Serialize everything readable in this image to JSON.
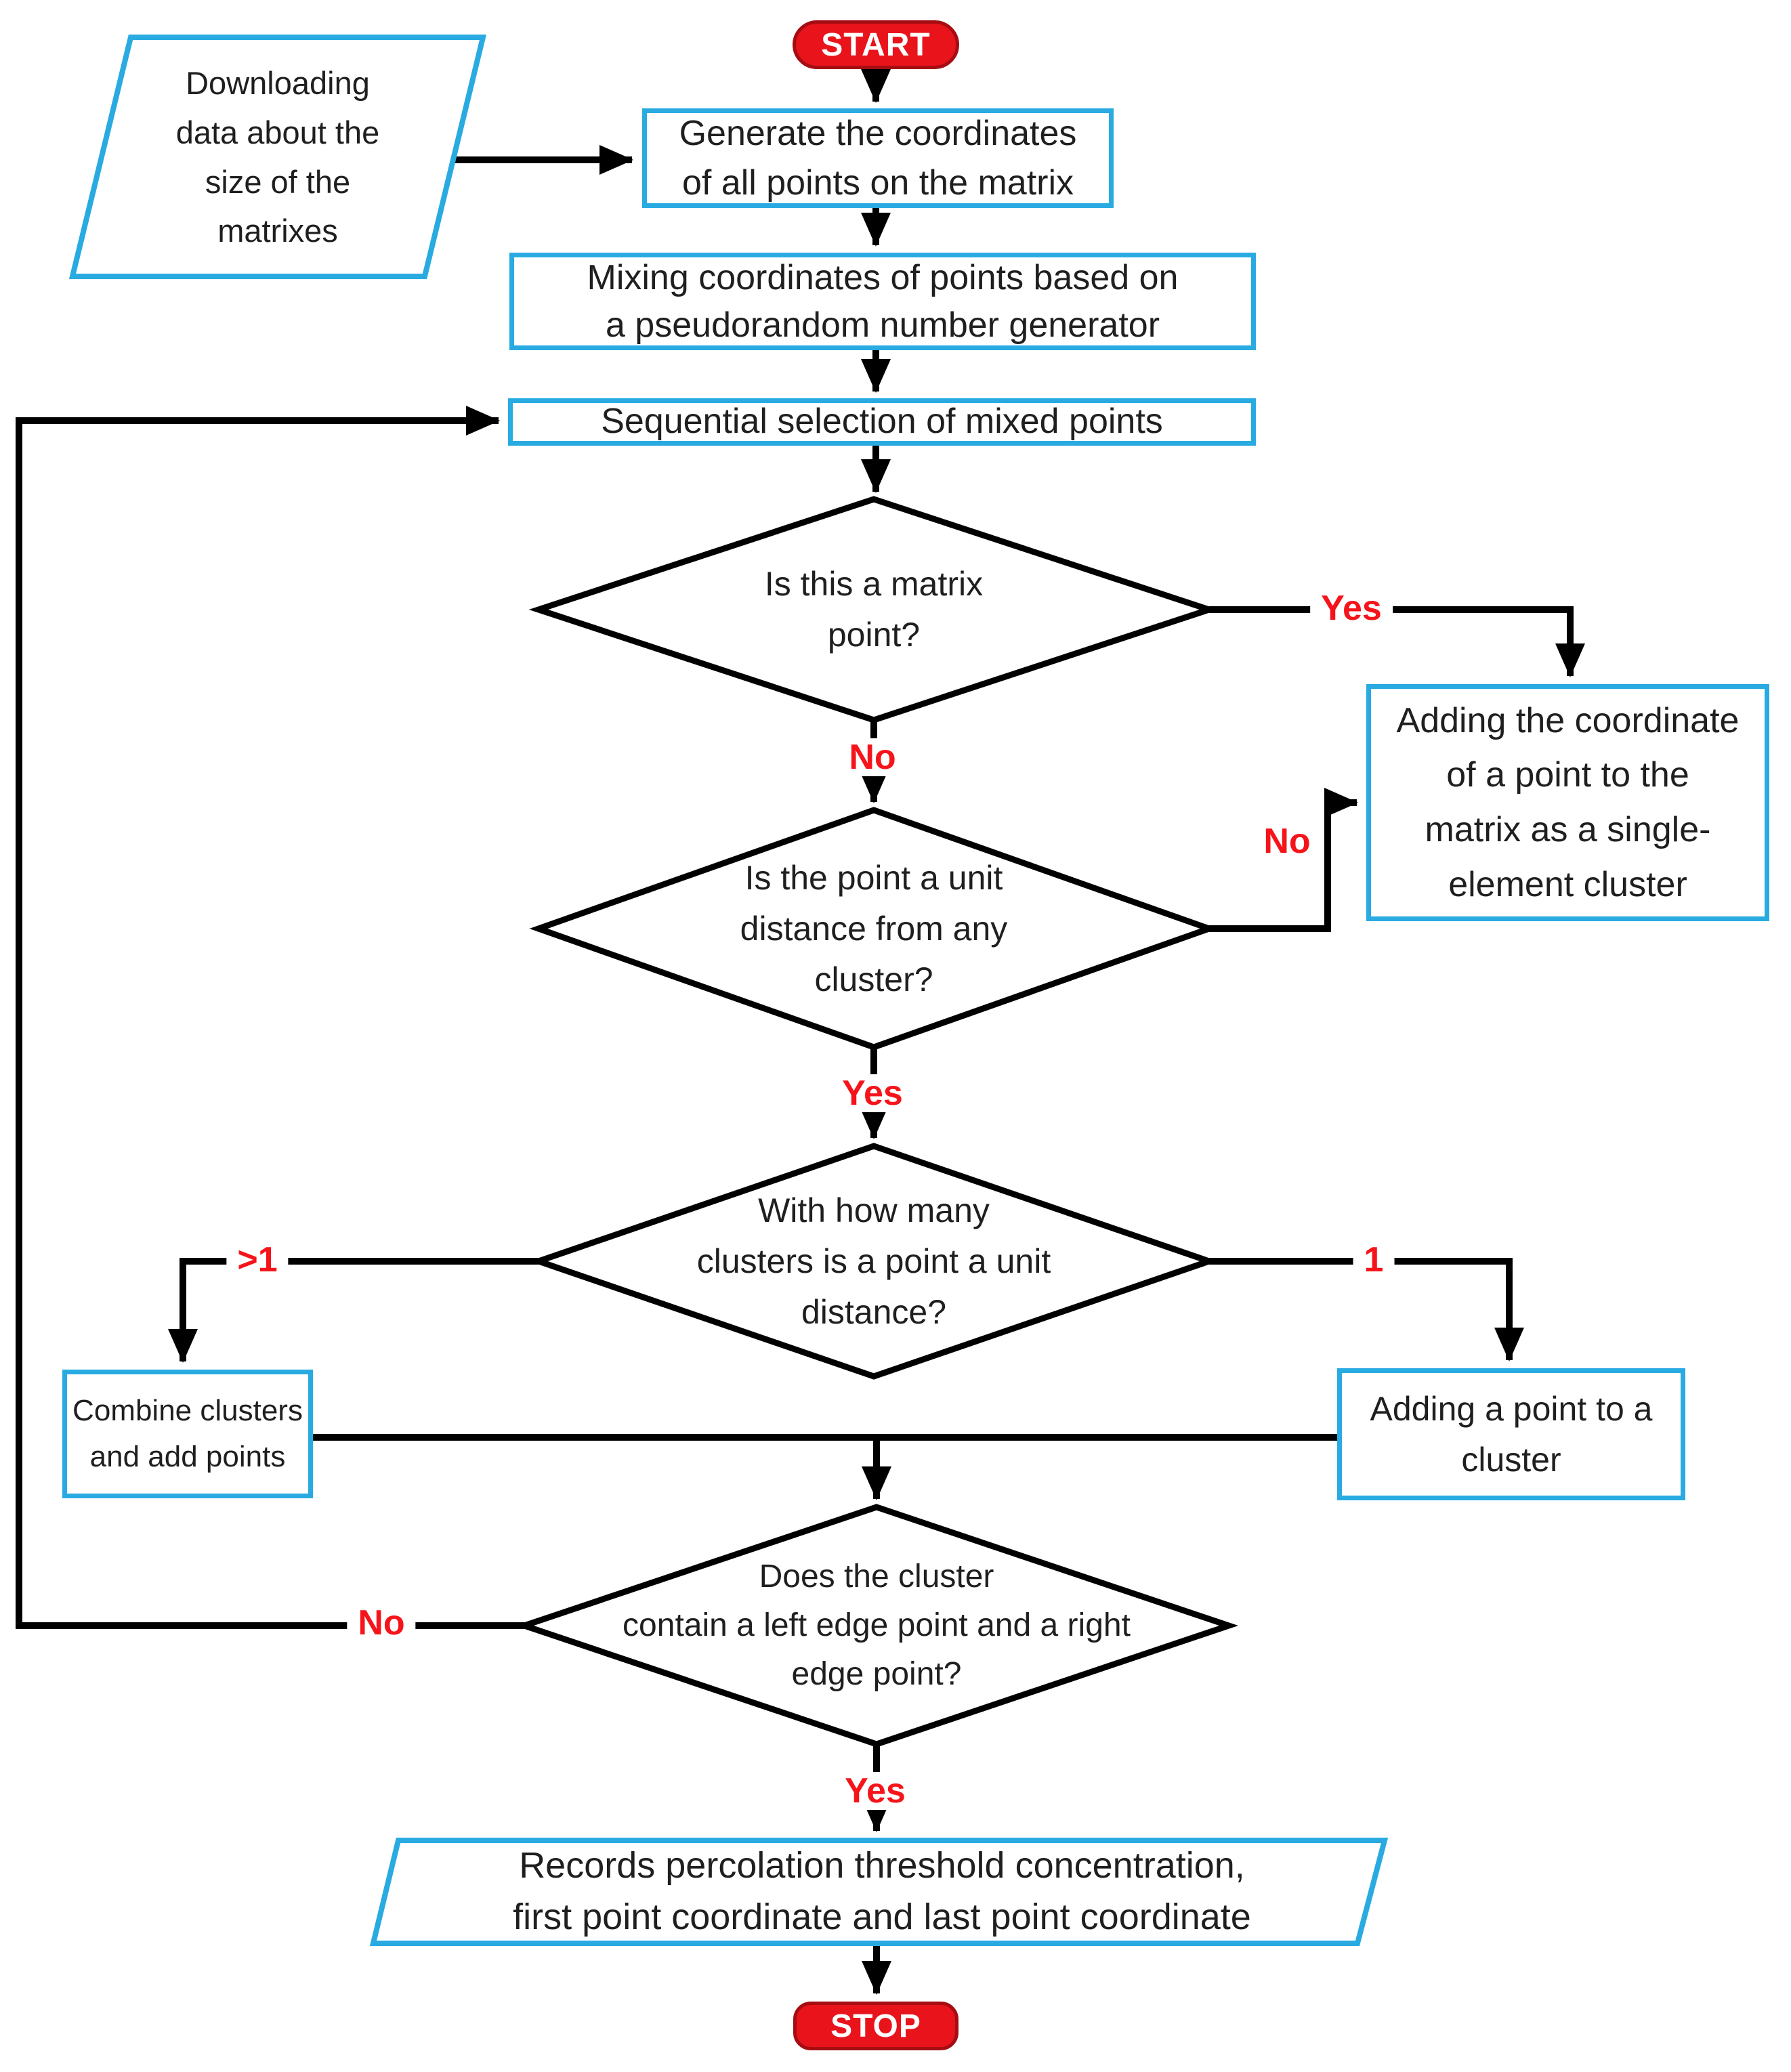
{
  "diagram": {
    "title": "Percolation threshold flowchart",
    "colors": {
      "process_border_blue": "#29abe2",
      "connector_black": "#000000",
      "decision_border_black": "#000000",
      "edge_label_red": "#f6141b",
      "terminator_fill_red": "#e8131b",
      "terminator_border_dark_red": "#a60d12",
      "terminator_text_white": "#ffffff",
      "node_text_dark": "#1f1f1f",
      "background": "#ffffff"
    },
    "nodes": {
      "start": {
        "type": "terminator",
        "label": "START"
      },
      "download_data": {
        "type": "input-parallelogram",
        "label": "Downloading\ndata about the\nsize of the\nmatrixes"
      },
      "generate": {
        "type": "process",
        "label": "Generate the coordinates\nof all points on the matrix"
      },
      "mixing": {
        "type": "process",
        "label": "Mixing coordinates of points based on\na pseudorandom number generator"
      },
      "sequential": {
        "type": "process",
        "label": "Sequential selection of mixed points"
      },
      "d_matrix_point": {
        "type": "decision",
        "label": "Is this a matrix\npoint?"
      },
      "add_single": {
        "type": "process",
        "label": "Adding the coordinate\nof a point to the\nmatrix as a single-\nelement cluster"
      },
      "d_unit_distance": {
        "type": "decision",
        "label": "Is the point a unit\ndistance from any\ncluster?"
      },
      "d_how_many": {
        "type": "decision",
        "label": "With how many\nclusters is a point a unit\ndistance?"
      },
      "combine": {
        "type": "process",
        "label": "Combine clusters\nand add points"
      },
      "add_to_cluster": {
        "type": "process",
        "label": "Adding a point to a\ncluster"
      },
      "d_edge_points": {
        "type": "decision",
        "label": "Does the cluster\ncontain a left edge point and a right\nedge point?"
      },
      "records": {
        "type": "output-parallelogram",
        "label": "Records percolation threshold concentration,\nfirst point coordinate and last point coordinate"
      },
      "stop": {
        "type": "terminator",
        "label": "STOP"
      }
    },
    "edges": {
      "yes_matrix": "Yes",
      "no_matrix": "No",
      "no_unit": "No",
      "yes_unit": "Yes",
      "more_than_one": ">1",
      "one": "1",
      "no_edge": "No",
      "yes_edge": "Yes"
    }
  }
}
